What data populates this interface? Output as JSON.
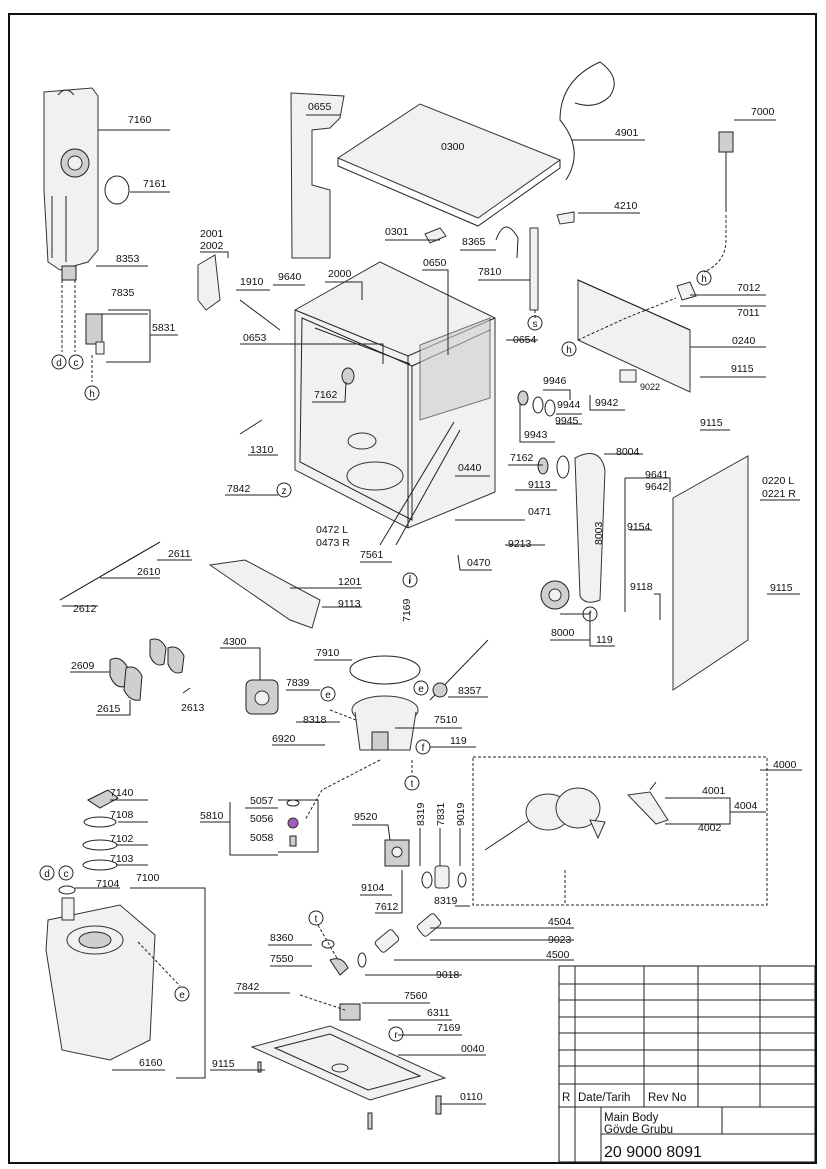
{
  "labels": {
    "p7160": "7160",
    "p7161": "7161",
    "p8353": "8353",
    "p7835": "7835",
    "p5831": "5831",
    "p0655": "0655",
    "p0300": "0300",
    "p4901": "4901",
    "p7000": "7000",
    "p4210": "4210",
    "p2001": "2001",
    "p2002": "2002",
    "p1910": "1910",
    "p9640": "9640",
    "p2000": "2000",
    "p0301": "0301",
    "p8365": "8365",
    "p0650": "0650",
    "p7810": "7810",
    "p7012": "7012",
    "p7011": "7011",
    "p0653": "0653",
    "p0654": "0654",
    "p0240": "0240",
    "p9022": "9022",
    "p9115a": "9115",
    "p7162a": "7162",
    "p9946": "9946",
    "p9944": "9944",
    "p9945": "9945",
    "p9943": "9943",
    "p9942": "9942",
    "p9115b": "9115",
    "p1310": "1310",
    "p0440": "0440",
    "p7162b": "7162",
    "p8004": "8004",
    "p9641": "9641",
    "p9642": "9642",
    "p0220": "0220 L",
    "p0221": "0221 R",
    "p7842a": "7842",
    "p9113a": "9113",
    "p0472": "0472 L",
    "p0473": "0473 R",
    "p0471": "0471",
    "p9154": "9154",
    "p8003": "8003",
    "p9213": "9213",
    "p7561": "7561",
    "p0470": "0470",
    "p2611": "2611",
    "p2610": "2610",
    "p2612": "2612",
    "p1201": "1201",
    "p9113b": "9113",
    "p7169a": "7169",
    "p9118": "9118",
    "p9115c": "9115",
    "p8000": "8000",
    "p119a": "119",
    "p4300": "4300",
    "p7910": "7910",
    "p2609": "2609",
    "p7839": "7839",
    "p8357": "8357",
    "p2615": "2615",
    "p2613": "2613",
    "p8318": "8318",
    "p7510": "7510",
    "p6920": "6920",
    "p119b": "119",
    "p4000": "4000",
    "p7140": "7140",
    "p7108": "7108",
    "p5057": "5057",
    "p5810": "5810",
    "p5056": "5056",
    "p5058": "5058",
    "p7102": "7102",
    "p7103": "7103",
    "p9520": "9520",
    "p8319a": "8319",
    "p7831": "7831",
    "p9019": "9019",
    "p4001": "4001",
    "p4004": "4004",
    "p4002": "4002",
    "p7104": "7104",
    "p7100": "7100",
    "p9104": "9104",
    "p7612": "7612",
    "p8319b": "8319",
    "p4504": "4504",
    "p9023": "9023",
    "p8360": "8360",
    "p7550": "7550",
    "p4500": "4500",
    "p9018": "9018",
    "p7842b": "7842",
    "p7560": "7560",
    "p6311": "6311",
    "p7169b": "7169",
    "p0040": "0040",
    "p6160": "6160",
    "p9115d": "9115",
    "p0110": "0110"
  },
  "connectors": {
    "d": "d",
    "c": "c",
    "h": "h",
    "s": "s",
    "z": "z",
    "r": "r",
    "f": "f",
    "e": "e",
    "t": "t"
  },
  "title_block": {
    "rev_mark": "R",
    "date_label": "Date/Tarih",
    "rev_label": "Rev No",
    "name_en": "Main Body",
    "name_tr": "Gövde Grubu",
    "drawing_number": "20 9000 8091"
  }
}
